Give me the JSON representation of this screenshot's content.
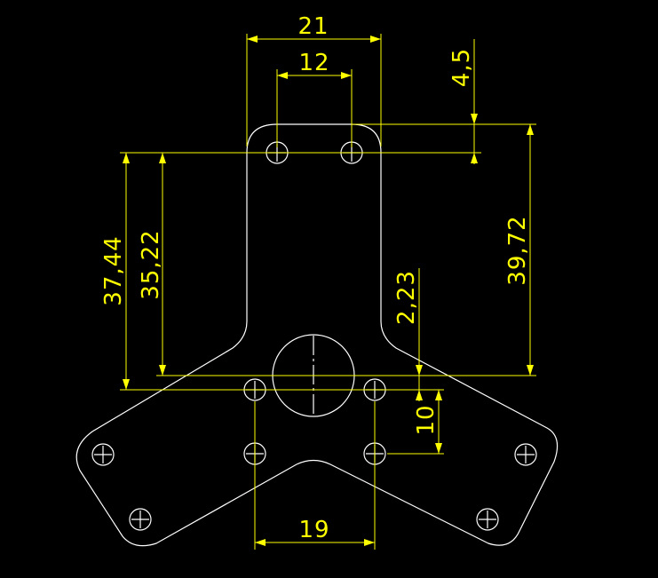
{
  "colors": {
    "background": "#000000",
    "outline": "#ffffff",
    "dimension": "#ffff00"
  },
  "dimensions": {
    "top_width": "21",
    "hole_spacing": "12",
    "hole_offset": "4,5",
    "height_left_outer": "37,44",
    "height_left_inner": "35,22",
    "offset_small": "2,23",
    "height_right": "39,72",
    "vertical_spacing": "10",
    "bottom_spacing": "19"
  }
}
